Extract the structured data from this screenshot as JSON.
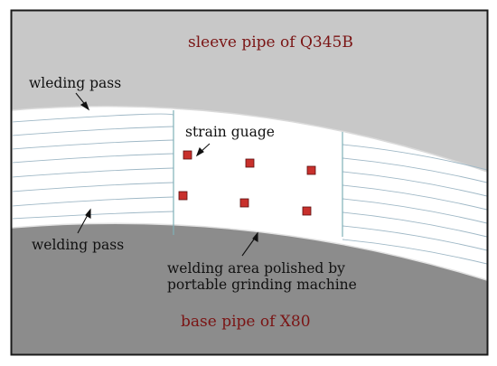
{
  "labels": {
    "sleeve_pipe": "sleeve pipe of Q345B",
    "base_pipe": "base pipe of X80",
    "welding_pass_top": "wleding pass",
    "welding_pass_bottom": "welding pass",
    "strain_gauge": "strain guage",
    "polished_area_line1": "welding area polished by",
    "polished_area_line2": "portable grinding machine"
  },
  "colors": {
    "sleeve_fill": "#c8c8c8",
    "base_fill": "#8c8c8c",
    "weld_band": "#ffffff",
    "weld_lines": "#9fb8c6",
    "gauge_fill": "#c8302c",
    "label_red": "#7a1414",
    "frame": "#1a1a1a"
  },
  "strain_gauge_count": 6
}
